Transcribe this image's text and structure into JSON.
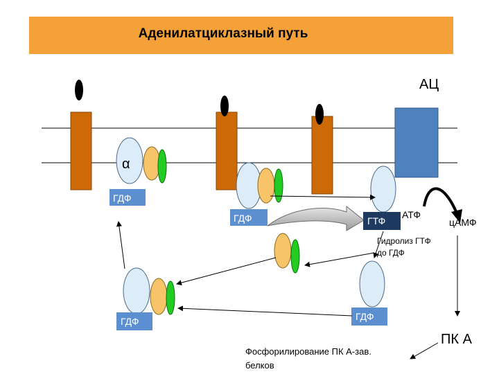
{
  "title": "Аденилатциклазный путь",
  "labels": {
    "ac": "АЦ",
    "alpha": "α",
    "gdp": "ГДФ",
    "gtp": "ГТФ",
    "atp": "АТФ",
    "camp": "цАМФ",
    "hydrolysis_line1": "Гидролиз ГТФ",
    "hydrolysis_line2": "до ГДФ",
    "pka": "ПК А",
    "phospho_line1": "Фосфорилирование ПК А-зав.",
    "phospho_line2": "белков"
  },
  "colors": {
    "title_bg": "#f5a13a",
    "receptor": "#cc6a08",
    "adenylate_cyclase": "#4f81bd",
    "alpha_subunit": "#dcecf8",
    "beta_subunit": "#f7c46a",
    "gamma_subunit": "#22cc22",
    "gdp_box": "#5b8fd0",
    "gtp_box": "#1f3a60",
    "ligand": "#000000"
  }
}
